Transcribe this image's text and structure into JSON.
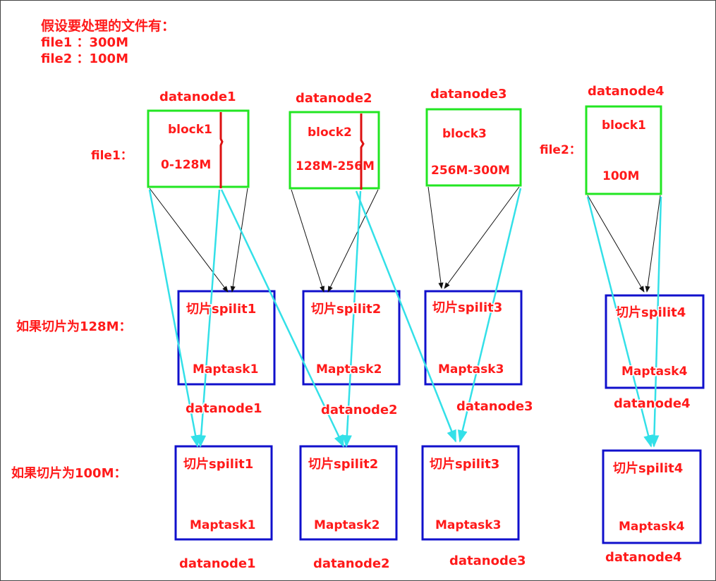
{
  "header": {
    "line1": "假设要处理的文件有：",
    "line2": "file1 ：300M",
    "line3": "file2 ：100M"
  },
  "files": {
    "file1_label": "file1：",
    "file2_label": "file2："
  },
  "blocks": [
    {
      "datanode": "datanode1",
      "name": "block1",
      "range": "0-128M"
    },
    {
      "datanode": "datanode2",
      "name": "block2",
      "range": "128M-256M"
    },
    {
      "datanode": "datanode3",
      "name": "block3",
      "range": "256M-300M"
    },
    {
      "datanode": "datanode4",
      "name": "block1",
      "range": "100M"
    }
  ],
  "row128": {
    "label": "如果切片为128M：",
    "splits": [
      {
        "split": "切片spilit1",
        "task": "Maptask1",
        "datanode": "datanode1"
      },
      {
        "split": "切片spilit2",
        "task": "Maptask2",
        "datanode": "datanode2"
      },
      {
        "split": "切片spilit3",
        "task": "Maptask3",
        "datanode": "datanode3"
      },
      {
        "split": "切片spilit4",
        "task": "Maptask4",
        "datanode": "datanode4"
      }
    ]
  },
  "row100": {
    "label": "如果切片为100M：",
    "splits": [
      {
        "split": "切片spilit1",
        "task": "Maptask1",
        "datanode": "datanode1"
      },
      {
        "split": "切片spilit2",
        "task": "Maptask2",
        "datanode": "datanode2"
      },
      {
        "split": "切片spilit3",
        "task": "Maptask3",
        "datanode": "datanode3"
      },
      {
        "split": "切片spilit4",
        "task": "Maptask4",
        "datanode": "datanode4"
      }
    ]
  },
  "colors": {
    "text": "#ff1a1a",
    "block_border": "#22e622",
    "split_border": "#1010cc",
    "split_marker": "#dd1111",
    "arrow_128": "#111111",
    "arrow_100": "#33e0e8"
  }
}
